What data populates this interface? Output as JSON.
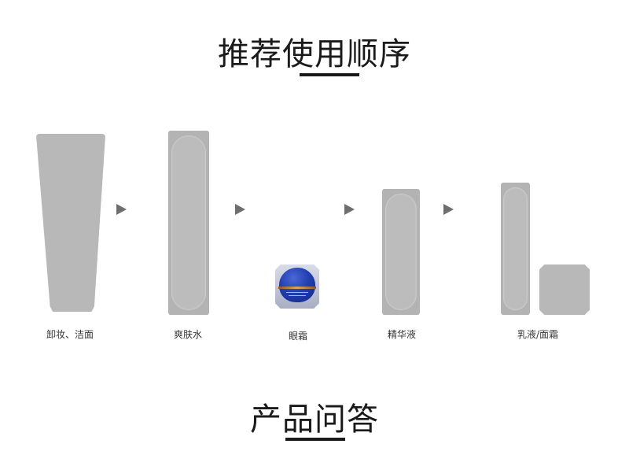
{
  "sections": {
    "usage_order": {
      "title": "推荐使用顺序"
    },
    "faq": {
      "title": "产品问答"
    }
  },
  "steps": [
    {
      "label": "卸妆、洁面",
      "icon": "cleanser-tube-icon"
    },
    {
      "label": "爽肤水",
      "icon": "toner-bottle-icon"
    },
    {
      "label": "眼霜",
      "icon": "eye-cream-jar-icon"
    },
    {
      "label": "精华液",
      "icon": "serum-bottle-icon"
    },
    {
      "label": "乳液/面霜",
      "icon": "lotion-and-cream-icon"
    }
  ],
  "arrows": [
    "arrow-right-icon",
    "arrow-right-icon",
    "arrow-right-icon",
    "arrow-right-icon"
  ],
  "colors": {
    "placeholder_gray": "#b8b8b8",
    "arrow": "#6e6e6e",
    "eye_cream_blue": "#233fb0",
    "eye_cream_gold": "#e0a35a",
    "title": "#1a1a1a"
  }
}
